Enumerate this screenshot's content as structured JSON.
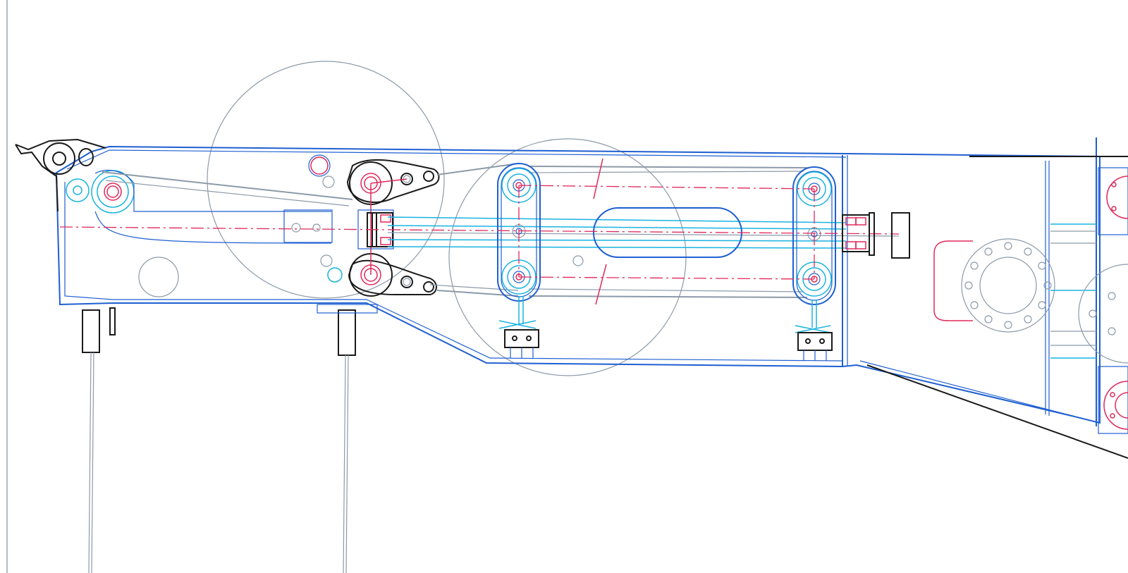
{
  "drawing": {
    "colors": {
      "frame": "#1f5fd1",
      "cyan": "#1ab3e0",
      "centerline": "#e0285a",
      "grey": "#8c9aa8",
      "black": "#1a1a1a",
      "background": "#ffffff"
    },
    "icons": [
      "tensioner-pulley",
      "lever-arm",
      "bearing",
      "micro-switch",
      "flange"
    ]
  }
}
